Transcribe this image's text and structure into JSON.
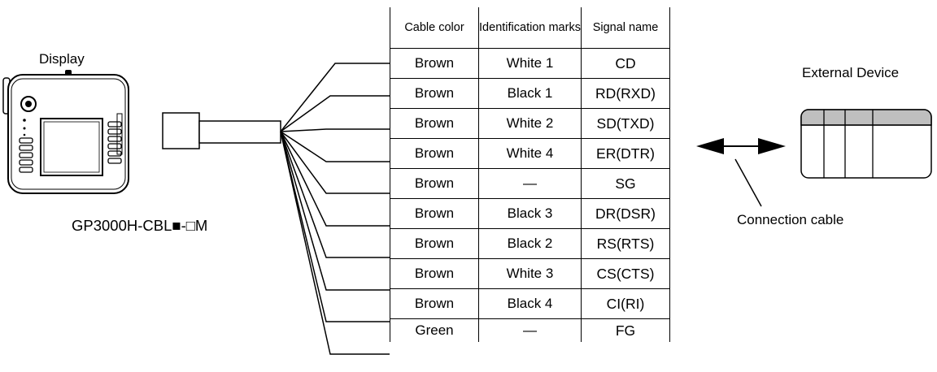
{
  "labels": {
    "display": "Display",
    "cable_model": "GP3000H-CBL■-□M",
    "external_device": "External Device",
    "connection_cable": "Connection cable"
  },
  "table": {
    "headers": [
      "Cable color",
      "Identification marks",
      "Signal name"
    ],
    "rows": [
      {
        "color": "Brown",
        "mark": "White 1",
        "signal": "CD"
      },
      {
        "color": "Brown",
        "mark": "Black 1",
        "signal": "RD(RXD)"
      },
      {
        "color": "Brown",
        "mark": "White 2",
        "signal": "SD(TXD)"
      },
      {
        "color": "Brown",
        "mark": "White 4",
        "signal": "ER(DTR)"
      },
      {
        "color": "Brown",
        "mark": "—",
        "signal": "SG"
      },
      {
        "color": "Brown",
        "mark": "Black 3",
        "signal": "DR(DSR)"
      },
      {
        "color": "Brown",
        "mark": "Black 2",
        "signal": "RS(RTS)"
      },
      {
        "color": "Brown",
        "mark": "White 3",
        "signal": "CS(CTS)"
      },
      {
        "color": "Brown",
        "mark": "Black 4",
        "signal": "CI(RI)"
      },
      {
        "color": "Green",
        "mark": "—",
        "signal": "FG"
      }
    ]
  },
  "icons": {
    "display_device": "handheld-display-icon",
    "external_device": "external-device-icon",
    "arrow": "double-arrow-icon"
  }
}
